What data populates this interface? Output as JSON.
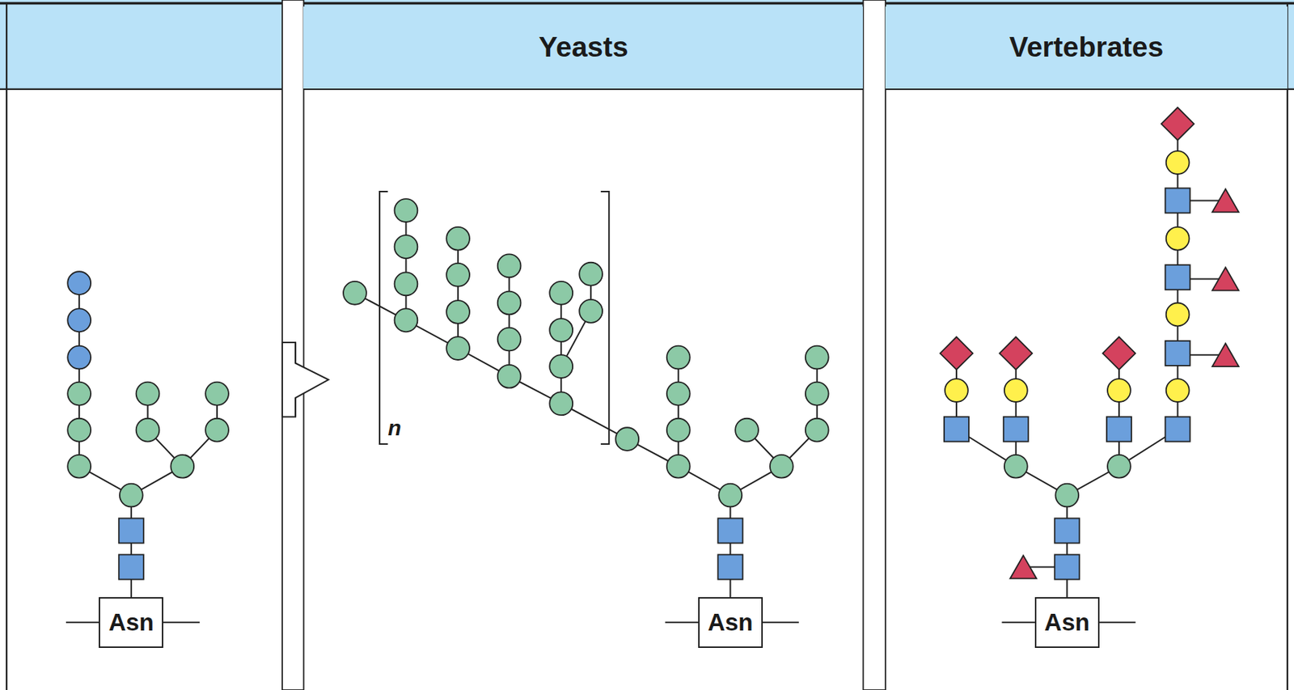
{
  "diagram": {
    "nodes": [
      {
        "text": [
          "Yeasts"
        ]
      },
      {
        "text": [
          "Vertebrates"
        ]
      },
      {
        "text": [
          "Asn"
        ]
      },
      {
        "text": [
          "Asn"
        ]
      },
      {
        "text": [
          "Asn"
        ]
      }
    ],
    "labels": [
      "n"
    ]
  }
}
